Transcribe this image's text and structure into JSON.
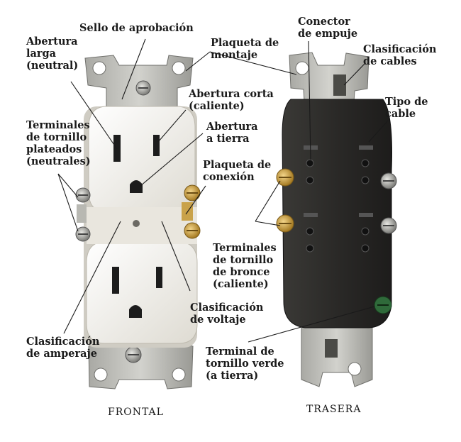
{
  "labels": {
    "sello": "Sello de aprobación",
    "abertura_larga": "Abertura\nlarga\n(neutral)",
    "plaqueta_montaje": "Plaqueta de\nmontaje",
    "abertura_corta": "Abertura corta\n(caliente)",
    "abertura_tierra": "Abertura\na tierra",
    "terminales_plateados": "Terminales\nde tornillo\nplateados\n(neutrales)",
    "plaqueta_conexion": "Plaqueta de\nconexión",
    "clasif_amperaje": "Clasificación\nde amperaje",
    "clasif_voltaje": "Clasificación\nde voltaje",
    "conector_empuje": "Conector\nde empuje",
    "clasif_cables": "Clasificación\nde cables",
    "tipo_cable": "Tipo de\ncable",
    "terminales_bronce": "Terminales\nde tornillo\nde bronce\n(caliente)",
    "terminal_verde": "Terminal de\ntornillo verde\n(a tierra)"
  },
  "captions": {
    "frontal": "FRONTAL",
    "trasera": "TRASERA"
  },
  "colors": {
    "metal": "#b5b5b0",
    "receptacle_white": "#f2f0ea",
    "receptacle_back": "#2b2a28",
    "brass": "#c9a24a",
    "silver_screw": "#9c9c98",
    "green_screw": "#2f6a3a",
    "leader_line": "#1a1a1a"
  }
}
